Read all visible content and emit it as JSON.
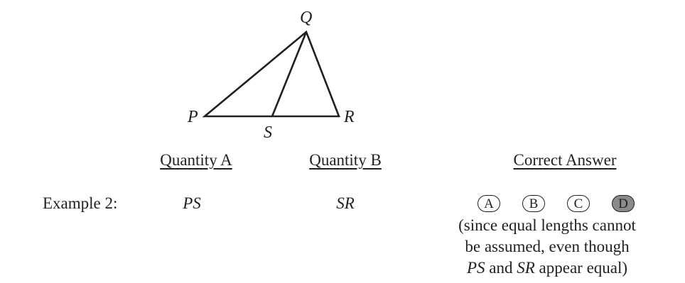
{
  "figure": {
    "labels": {
      "q": "Q",
      "p": "P",
      "s": "S",
      "r": "R"
    }
  },
  "headers": {
    "quantity_a": "Quantity A",
    "quantity_b": "Quantity B",
    "correct_answer": "Correct Answer"
  },
  "example": {
    "label": "Example 2:",
    "quantity_a": "PS",
    "quantity_b": "SR",
    "choices": [
      "A",
      "B",
      "C",
      "D"
    ],
    "selected_choice": "D",
    "explanation": {
      "line1": "(since equal lengths cannot",
      "line2": "be assumed, even though",
      "line3_var1": "PS",
      "line3_and": " and ",
      "line3_var2": "SR",
      "line3_rest": " appear equal)"
    }
  },
  "colors": {
    "ink": "#231f20",
    "selected_fill": "#8a8a8a"
  }
}
